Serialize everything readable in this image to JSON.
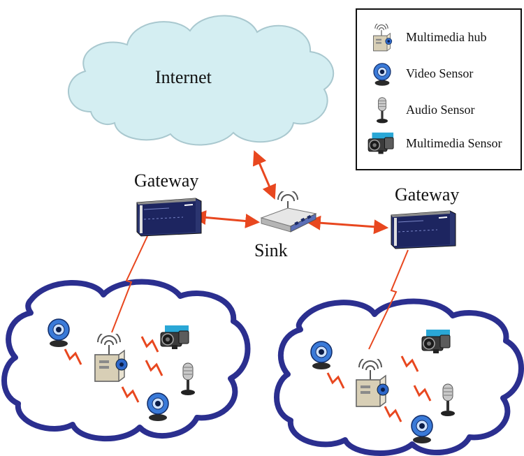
{
  "labels": {
    "internet": "Internet",
    "gateway_left": "Gateway",
    "gateway_right": "Gateway",
    "sink": "Sink"
  },
  "legend": [
    {
      "icon": "multimedia-hub-icon",
      "label": "Multimedia hub"
    },
    {
      "icon": "video-sensor-icon",
      "label": "Video Sensor"
    },
    {
      "icon": "audio-sensor-icon",
      "label": "Audio Sensor"
    },
    {
      "icon": "multimedia-sensor-icon",
      "label": "Multimedia Sensor"
    }
  ],
  "colors": {
    "cloud_fill": "#d4eef2",
    "cloud_stroke": "#a9c8cf",
    "cluster_stroke": "#2b2f8f",
    "link_arrow": "#e8471f",
    "gateway_body": "#1f2a6b"
  }
}
